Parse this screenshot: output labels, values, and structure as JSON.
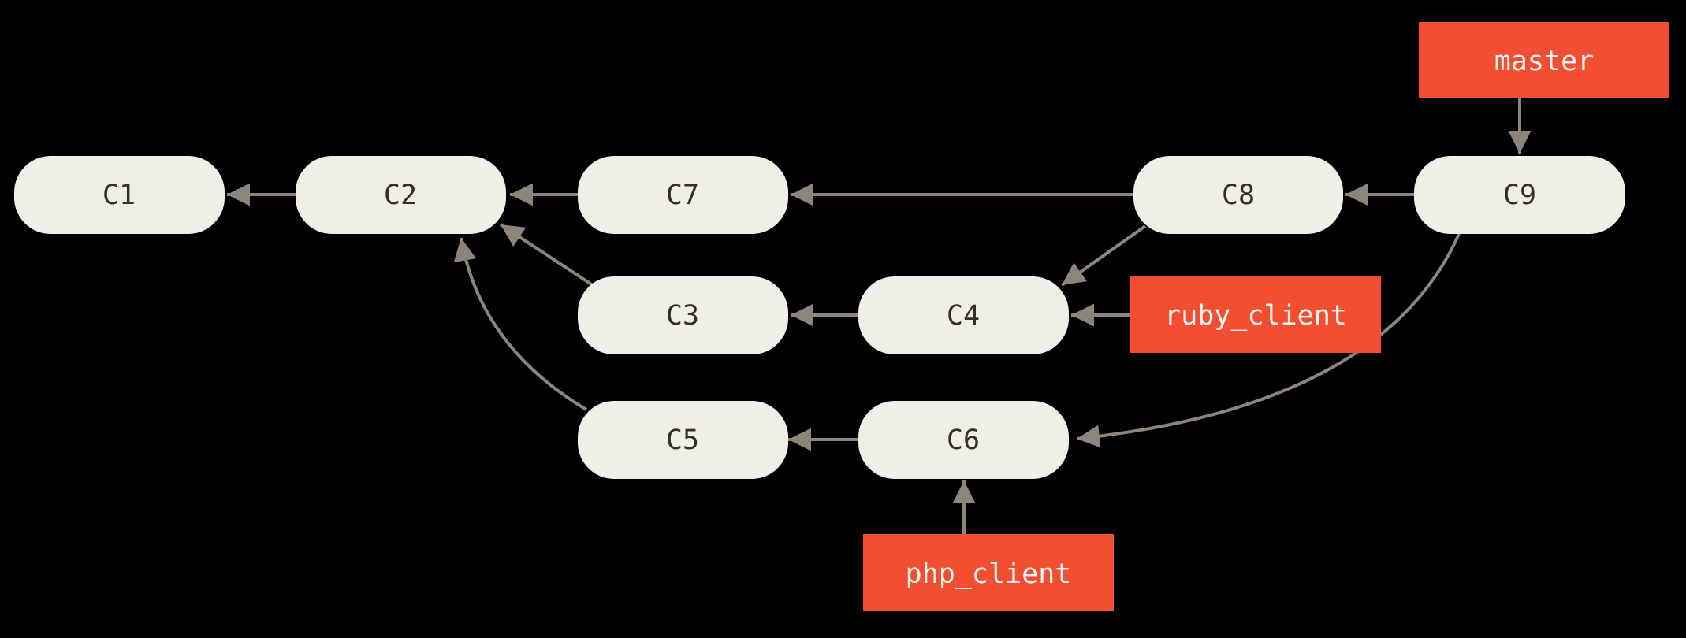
{
  "diagram": {
    "kind": "git-commit-graph",
    "background_color": "#000000",
    "node_fill_color": "#f0efe7",
    "node_text_color": "#33302a",
    "branch_fill_color": "#f14e32",
    "branch_text_color": "#f7f4f1",
    "arrow_color": "#8c857c"
  },
  "graph": {
    "nodes": [
      {
        "label": "C1"
      },
      {
        "label": "C2"
      },
      {
        "label": "C3"
      },
      {
        "label": "C4"
      },
      {
        "label": "C5"
      },
      {
        "label": "C6"
      },
      {
        "label": "C7"
      },
      {
        "label": "C8"
      },
      {
        "label": "C9"
      }
    ],
    "branches": [
      {
        "label": "master",
        "points_to": "C9"
      },
      {
        "label": "ruby_client",
        "points_to": "C4"
      },
      {
        "label": "php_client",
        "points_to": "C6"
      }
    ],
    "edges": [
      {
        "from": "C2",
        "to": "C1"
      },
      {
        "from": "C7",
        "to": "C2"
      },
      {
        "from": "C3",
        "to": "C2"
      },
      {
        "from": "C5",
        "to": "C2"
      },
      {
        "from": "C8",
        "to": "C7"
      },
      {
        "from": "C4",
        "to": "C3"
      },
      {
        "from": "C8",
        "to": "C4"
      },
      {
        "from": "C6",
        "to": "C5"
      },
      {
        "from": "C9",
        "to": "C8"
      },
      {
        "from": "C9",
        "to": "C6"
      },
      {
        "from": "master",
        "to": "C9"
      },
      {
        "from": "ruby_client",
        "to": "C4"
      },
      {
        "from": "php_client",
        "to": "C6"
      }
    ]
  }
}
